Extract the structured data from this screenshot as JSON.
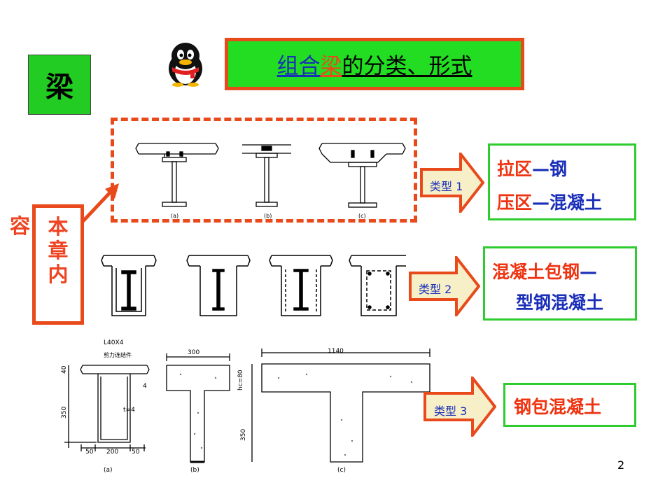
{
  "side_tag": "梁",
  "title": {
    "part1": "组合",
    "part2": "梁",
    "part3": "的分类、形式"
  },
  "scope": {
    "vertical": [
      "本",
      "章",
      "内"
    ],
    "side": "容"
  },
  "types": [
    {
      "label": "类型 1",
      "lines": [
        [
          "拉区",
          "—钢"
        ],
        [
          "压区",
          "—混凝土"
        ]
      ]
    },
    {
      "label": "类型 2",
      "lines": [
        [
          "混凝土包钢",
          "—"
        ],
        [
          "",
          "型钢混凝土"
        ]
      ]
    },
    {
      "label": "类型 3",
      "lines": [
        [
          "钢包混凝土",
          ""
        ]
      ]
    }
  ],
  "drawing_labels": {
    "row1": [
      "(a)",
      "(b)",
      "(c)"
    ],
    "row3": {
      "angle": "L40X4",
      "connector": "剪力连结件",
      "dim_40": "40",
      "dim_350": "350",
      "dim_4": "4",
      "t4": "t=4",
      "bottom": [
        "50",
        "200",
        "50"
      ],
      "w300": "300",
      "w1140": "1140",
      "hc": "hc=80",
      "dim_350b": "350",
      "captions": [
        "(a)",
        "(b)",
        "(c)"
      ]
    }
  },
  "page_number": "2",
  "colors": {
    "green": "#22cc22",
    "orange": "#e84a1c",
    "blue": "#1a2fb8"
  }
}
